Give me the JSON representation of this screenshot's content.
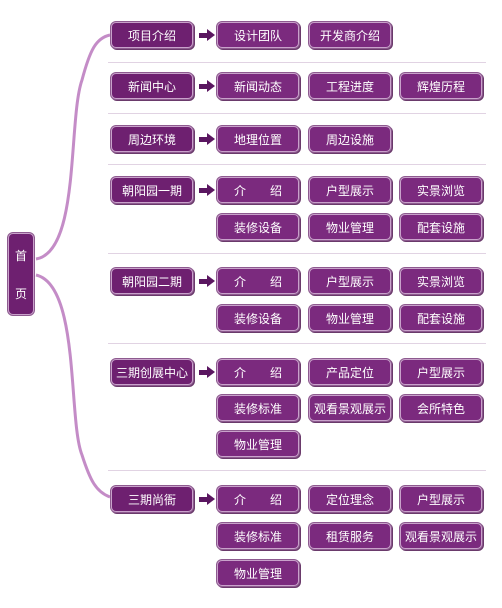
{
  "home": {
    "char1": "首",
    "char2": "页"
  },
  "sections": [
    {
      "category": "项目介绍",
      "items": [
        "设计团队",
        "开发商介绍"
      ]
    },
    {
      "category": "新闻中心",
      "items": [
        "新闻动态",
        "工程进度",
        "辉煌历程"
      ]
    },
    {
      "category": "周边环境",
      "items": [
        "地理位置",
        "周边设施"
      ]
    },
    {
      "category": "朝阳园一期",
      "items": [
        "介　　绍",
        "户型展示",
        "实景浏览",
        "装修设备",
        "物业管理",
        "配套设施"
      ]
    },
    {
      "category": "朝阳园二期",
      "items": [
        "介　　绍",
        "户型展示",
        "实景浏览",
        "装修设备",
        "物业管理",
        "配套设施"
      ]
    },
    {
      "category": "三期创展中心",
      "items": [
        "介　　绍",
        "产品定位",
        "户型展示",
        "装修标准",
        "观看景观展示",
        "会所特色",
        "物业管理"
      ]
    },
    {
      "category": "三期尚衙",
      "items": [
        "介　　绍",
        "定位理念",
        "户型展示",
        "装修标准",
        "租赁服务",
        "观看景观展示",
        "物业管理"
      ]
    }
  ]
}
